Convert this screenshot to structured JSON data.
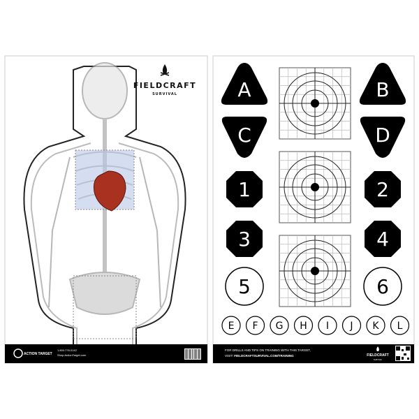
{
  "left_sheet": {
    "brand": "FIELDCRAFT",
    "brand_sub": "SURVIVAL",
    "footer_logo": "ACTION TARGET",
    "footer_phone": "1.800.776.0142",
    "footer_site": "Shop.ActionTarget.com",
    "heart_color": "#a8321f",
    "lung_color": "#b9c7e6"
  },
  "right_sheet": {
    "letters_top": [
      "A",
      "B",
      "C",
      "D"
    ],
    "numbers": [
      "1",
      "2",
      "3",
      "4",
      "5",
      "6"
    ],
    "small_letters": [
      "E",
      "F",
      "G",
      "H",
      "I",
      "J",
      "K",
      "L"
    ],
    "footer_line1": "FOR DRILLS AND TIPS ON TRAINING WITH THIS TARGET,",
    "footer_line2_prefix": "VISIT:",
    "footer_line2_url": "FIELDCRAFTSURVIVAL.COM/TRAINING",
    "footer_brand": "FIELDCRAFT",
    "footer_brand_sub": "SURVIVAL"
  }
}
